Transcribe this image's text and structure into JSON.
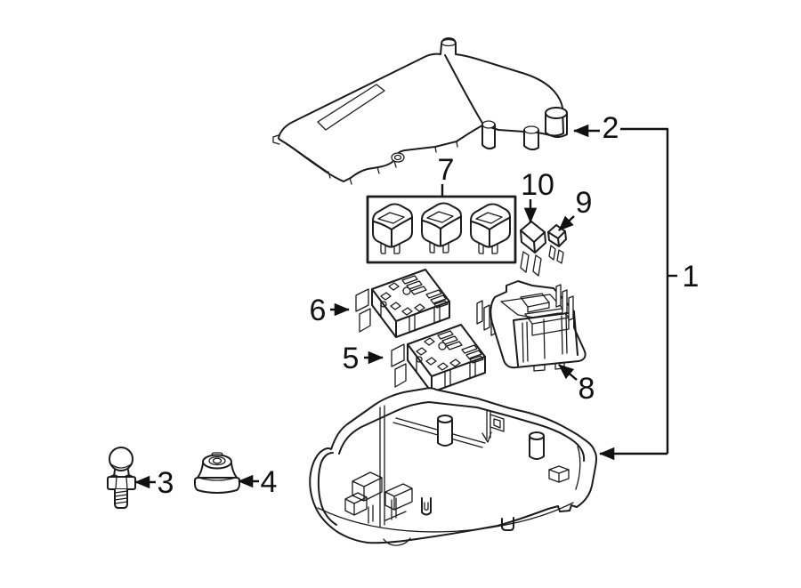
{
  "figure": {
    "background_color": "#ffffff",
    "line_color": "#1c1c1c",
    "callout_color": "#111111",
    "callouts": [
      {
        "number": "1"
      },
      {
        "number": "2"
      },
      {
        "number": "3"
      },
      {
        "number": "4"
      },
      {
        "number": "5"
      },
      {
        "number": "6"
      },
      {
        "number": "7"
      },
      {
        "number": "8"
      },
      {
        "number": "9"
      },
      {
        "number": "10"
      }
    ]
  }
}
